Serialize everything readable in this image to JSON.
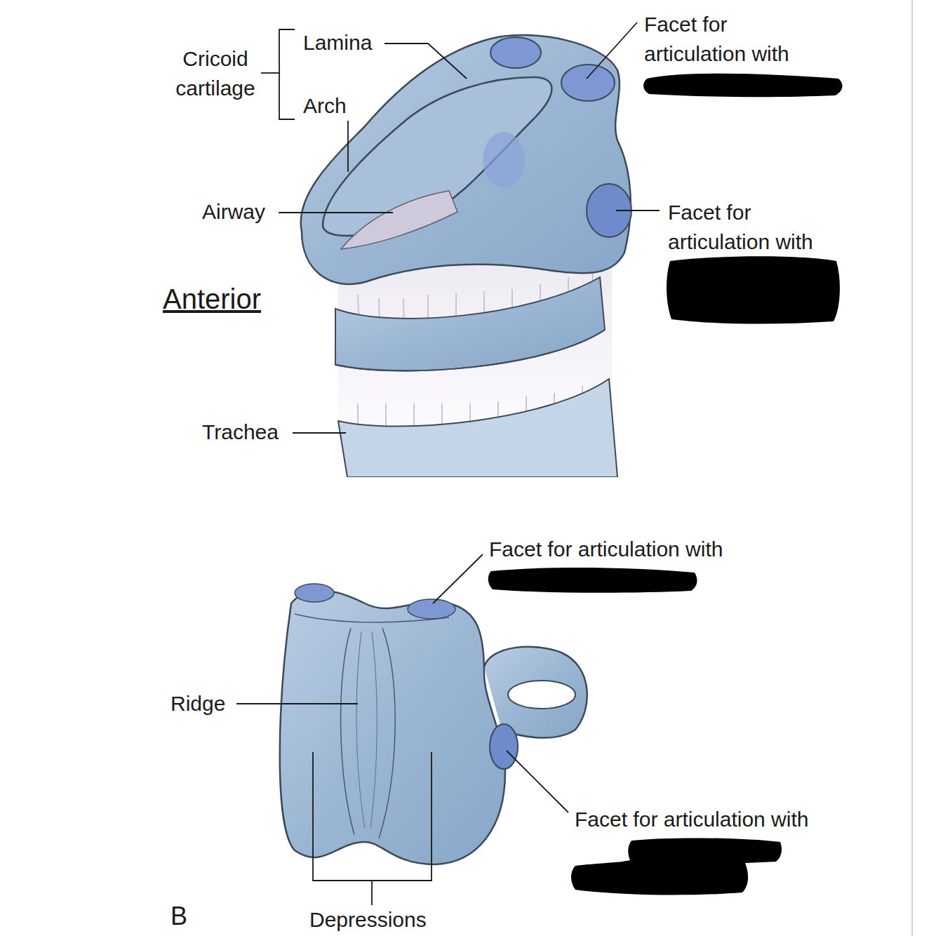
{
  "diagram": {
    "labels": [
      "Lamina",
      "Cricoid cartilage",
      "Arch",
      "Facet for articulation with",
      "Airway",
      "Facet for articulation with",
      "Anterior",
      "Trachea",
      "Facet for articulation with",
      "Ridge",
      "Facet for articulation with",
      "Depressions",
      "B"
    ]
  }
}
